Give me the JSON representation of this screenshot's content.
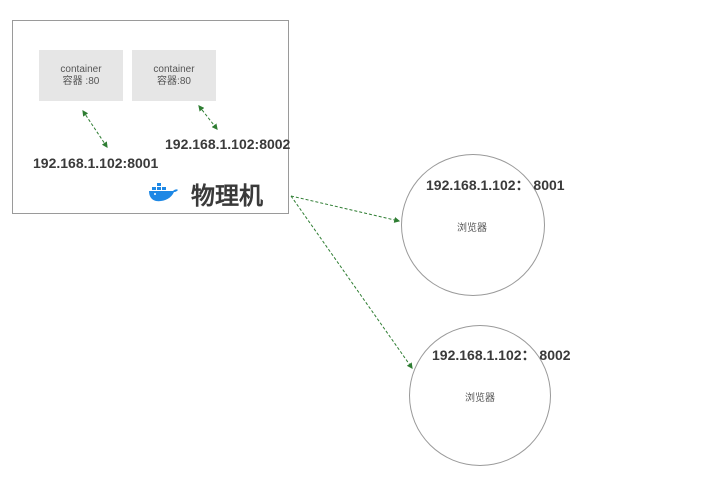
{
  "host": {
    "label": "物理机",
    "containers": [
      {
        "name": "container",
        "port": "容器 :80"
      },
      {
        "name": "container",
        "port": "容器:80"
      }
    ],
    "mapped_ips": [
      "192.168.1.102:8001",
      "192.168.1.102:8002"
    ]
  },
  "browsers": [
    {
      "address": "192.168.1.102： 8001",
      "label": "浏览器"
    },
    {
      "address": "192.168.1.102： 8002",
      "label": "浏览器"
    }
  ],
  "icons": {
    "host_icon": "docker-whale-icon"
  },
  "colors": {
    "arrow": "#2e7d32",
    "border": "#9a9a9a",
    "container_fill": "#e6e6e6"
  }
}
